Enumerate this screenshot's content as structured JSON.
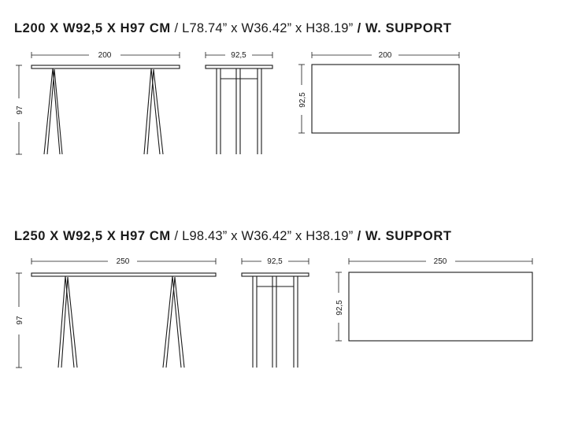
{
  "sections": [
    {
      "title_bold": "L200 X W92,5 X H97 CM",
      "sep1": " / ",
      "title_imperial": "L78.74” x W36.42” x H38.19”",
      "sep2": " / ",
      "title_support": "W. SUPPORT",
      "front_length": "200",
      "height": "97",
      "side_width": "92,5",
      "top_length": "200",
      "top_width": "92,5"
    },
    {
      "title_bold": "L250 X W92,5 X H97 CM",
      "sep1": " / ",
      "title_imperial": "L98.43” x W36.42” x H38.19”",
      "sep2": " / ",
      "title_support": "W. SUPPORT",
      "front_length": "250",
      "height": "97",
      "side_width": "92,5",
      "top_length": "250",
      "top_width": "92,5"
    }
  ]
}
